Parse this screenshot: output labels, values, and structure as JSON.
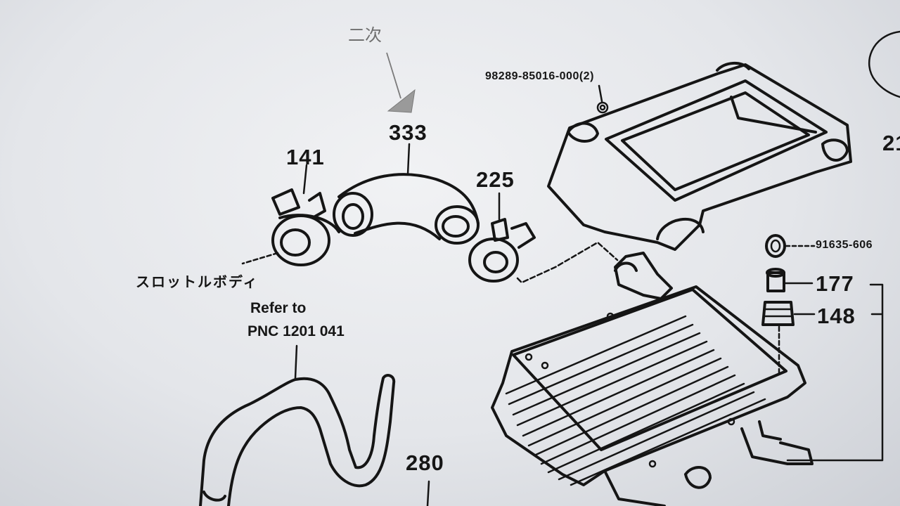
{
  "handwritten_note": "二次",
  "callouts": {
    "clamp_141": "141",
    "hose_333": "333",
    "clamp_225": "225",
    "bolt_98289": "98289-85016-000(2)",
    "partial_top_right": "21",
    "washer_91635": "91635-606",
    "grommet_177": "177",
    "cushion_148": "148",
    "hose_280": "280"
  },
  "throttle_body_label": "スロットルボディ",
  "refer_note": {
    "line1": "Refer to",
    "line2": "PNC 1201 041"
  }
}
